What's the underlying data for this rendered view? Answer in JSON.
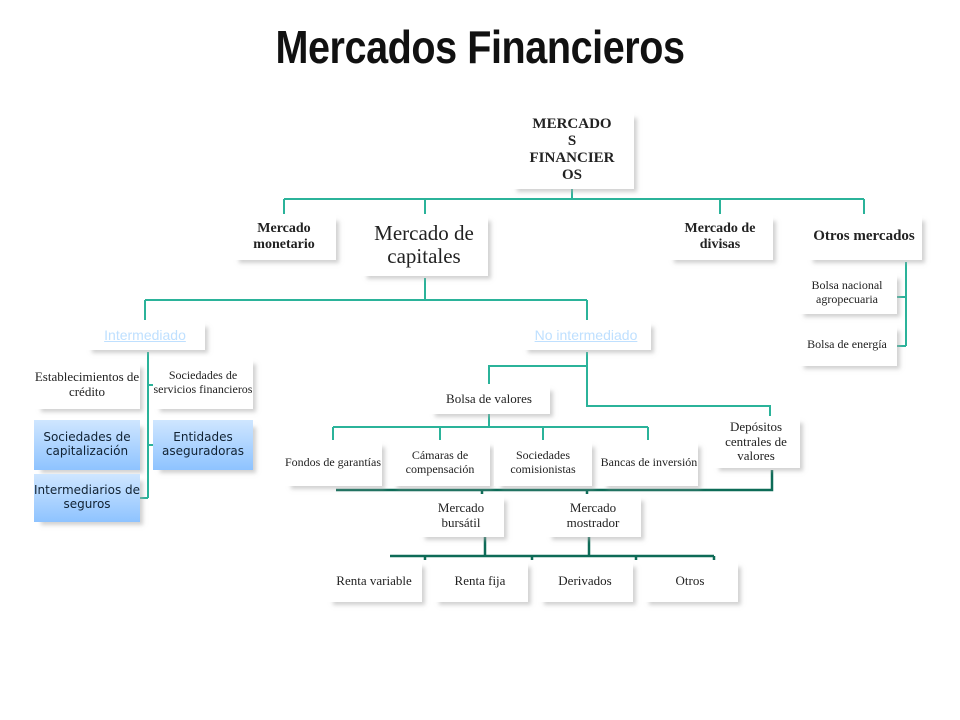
{
  "title": "Mercados Financieros",
  "root": "MERCADOS FINANCIEROS",
  "root_lines": [
    "MERCADO",
    "S",
    "FINANCIER",
    "OS"
  ],
  "level1": {
    "monetario": "Mercado monetario",
    "capitales": "Mercado de capitales",
    "divisas": "Mercado de divisas",
    "otros": "Otros mercados"
  },
  "otros_children": {
    "agropecuaria": "Bolsa nacional agropecuaria",
    "energia": "Bolsa de energía"
  },
  "capitales_children": {
    "intermediado": "Intermediado",
    "no_intermediado": "No intermediado"
  },
  "intermediado_children": {
    "credito": "Establecimientos de crédito",
    "servicios": "Sociedades de servicios financieros",
    "capitalizacion": "Sociedades de capitalización",
    "aseguradoras": "Entidades aseguradoras",
    "seguros": "Intermediarios de seguros"
  },
  "no_intermediado_children": {
    "bolsa": "Bolsa de valores",
    "depositos": "Depósitos centrales de valores"
  },
  "bolsa_children": {
    "fondos": "Fondos de garantías",
    "camaras": "Cámaras de compensación",
    "comisionistas": "Sociedades comisionistas",
    "bancas": "Bancas de inversión"
  },
  "mercados": {
    "bursatil": "Mercado bursátil",
    "mostrador": "Mercado mostrador"
  },
  "instrumentos": {
    "renta_variable": "Renta variable",
    "renta_fija": "Renta fija",
    "derivados": "Derivados",
    "otros": "Otros"
  },
  "colors": {
    "connector": "#2bb39a",
    "connector_dark": "#0d6b57",
    "blue_fill": "#8ec3ff"
  }
}
